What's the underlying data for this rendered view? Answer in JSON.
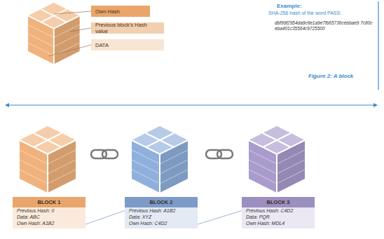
{
  "diagram": {
    "nodes": [
      {
        "text": [
          "Own Hash"
        ]
      },
      {
        "text": [
          "Previous block's Hash value"
        ]
      },
      {
        "text": [
          "DATA"
        ]
      },
      {
        "text": [
          "BLOCK 1",
          "Previous Hash: 0",
          "Data: ABC",
          "Own Hash: A1B2"
        ]
      },
      {
        "text": [
          "BLOCK 2",
          "Previous Hash: A1B2",
          "Data: XYZ",
          "Own Hash: C4D2"
        ]
      },
      {
        "text": [
          "BLOCK 3",
          "Previous Hash: C4D2",
          "Data: PQR",
          "Own Hash: MDL4"
        ]
      }
    ],
    "edges": [
      {
        "from": 3,
        "to": 4,
        "arrow": "none"
      },
      {
        "from": 4,
        "to": 5,
        "arrow": "none"
      }
    ],
    "labels": [
      "Example:",
      "SHA-256 hash of the word PASS:",
      "dbf99f2954da9c6e1a9e7fb65736cebbae9 7c80ceba401c35564c9725500",
      "Figure 2: A block"
    ]
  }
}
